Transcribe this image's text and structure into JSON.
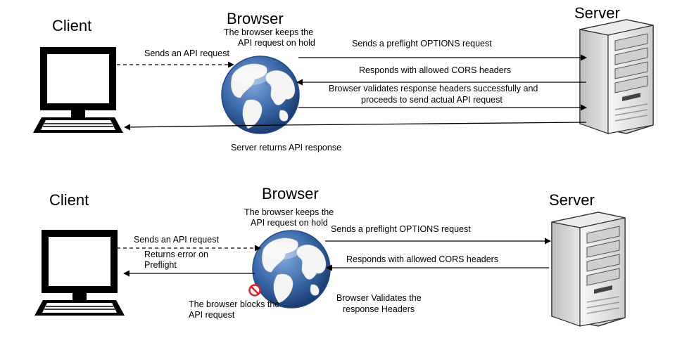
{
  "scenario_success": {
    "client_title": "Client",
    "browser_title": "Browser",
    "server_title": "Server",
    "hold_note_line1": "The browser keeps the",
    "hold_note_line2": "API request on hold",
    "send_request": "Sends an API request",
    "preflight": "Sends a preflight OPTIONS request",
    "cors_headers": "Responds with allowed CORS headers",
    "validate_line1": "Browser validates response headers successfully and",
    "validate_line2": "proceeds to send actual API request",
    "server_response": "Server returns API response"
  },
  "scenario_blocked": {
    "client_title": "Client",
    "browser_title": "Browser",
    "server_title": "Server",
    "hold_note_line1": "The browser keeps the",
    "hold_note_line2": "API request on hold",
    "send_request": "Sends an API request",
    "preflight": "Sends a preflight OPTIONS request",
    "cors_headers": "Responds with allowed CORS headers",
    "error_line1": "Returns error on",
    "error_line2": "Preflight",
    "block_line1": "The browser blocks the",
    "block_line2": "API request",
    "validate_line1": "Browser Validates the",
    "validate_line2": "response Headers"
  },
  "icons": {
    "client": "computer-monitor-icon",
    "browser": "globe-icon",
    "server": "server-tower-icon",
    "blocked": "prohibited-icon"
  },
  "colors": {
    "line": "#000000",
    "globe_ocean": "#3a68a8",
    "globe_land": "#f4f4f4",
    "server_body": "#e6e6e6",
    "block_red": "#d9232a"
  }
}
